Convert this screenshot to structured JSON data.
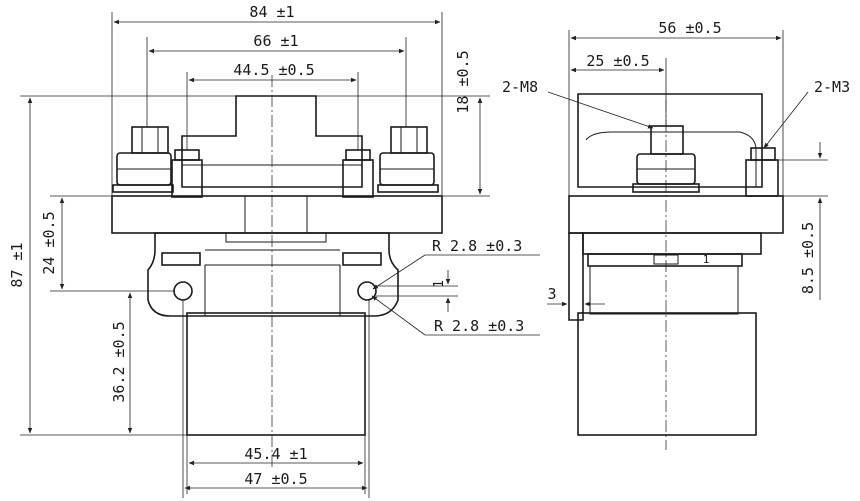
{
  "dimensions": {
    "width_overall": "84 ±1",
    "width_terminals": "66 ±1",
    "width_aux": "44.5 ±0.5",
    "height_top": "18 ±0.5",
    "height_total": "87 ±1",
    "height_flange": "24 ±0.5",
    "height_coil": "36.2 ±0.5",
    "radius_upper": "R 2.8 ±0.3",
    "radius_lower": "R 2.8 ±0.3",
    "hole_small": "1",
    "coil_width": "45.4 ±1",
    "coil_outer_width": "47 ±0.5",
    "side_depth": "56 ±0.5",
    "side_terminal_offset": "25 ±0.5",
    "main_thread": "2-M8",
    "aux_thread": "2-M3",
    "side_aux_height": "8.5 ±0.5",
    "bracket_thickness": "3",
    "side_mark": "1"
  }
}
